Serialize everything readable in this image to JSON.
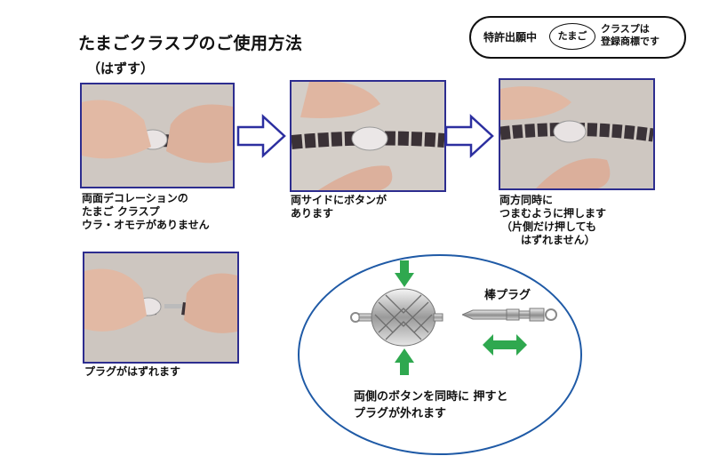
{
  "header": {
    "title": "たまごクラスプのご使用方法",
    "subtitle": "（はずす）"
  },
  "patent_badge": {
    "left_text": "特許出願中",
    "oval_text": "たまご",
    "right_line1": "クラスプは",
    "right_line2": "登録商標です"
  },
  "steps": [
    {
      "caption_lines": [
        "両面デコレーションの",
        "たまご クラスプ",
        "ウラ・オモテがありません"
      ]
    },
    {
      "caption_lines": [
        "両サイドにボタンが",
        "あります"
      ]
    },
    {
      "caption_lines": [
        "両方同時に",
        "つまむように押します",
        "（片側だけ押しても",
        "はずれません）"
      ]
    },
    {
      "caption_lines": [
        "プラグがはずれます"
      ]
    }
  ],
  "diagram": {
    "plug_label": "棒プラグ",
    "caption_lines": [
      "両側のボタンを同時に 押すと",
      "プラグが外れます"
    ]
  },
  "colors": {
    "frame": "#2d2d8f",
    "flow_arrow": "#2c2fa0",
    "green_arrow": "#2fa84f",
    "ellipse": "#1f5aa6"
  }
}
